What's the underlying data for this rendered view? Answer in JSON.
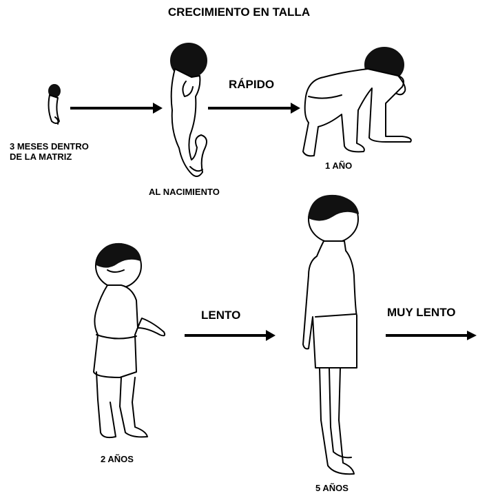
{
  "title": "CRECIMIENTO EN TALLA",
  "stages": [
    {
      "label_lines": [
        "3 MESES DENTRO",
        "DE LA MATRIZ"
      ]
    },
    {
      "label_lines": [
        "AL NACIMIENTO"
      ]
    },
    {
      "label_lines": [
        "1 AÑO"
      ]
    },
    {
      "label_lines": [
        "2 AÑOS"
      ]
    },
    {
      "label_lines": [
        "5 AÑOS"
      ]
    }
  ],
  "speeds": {
    "fast": "RÁPIDO",
    "slow": "LENTO",
    "very_slow": "MUY LENTO"
  }
}
